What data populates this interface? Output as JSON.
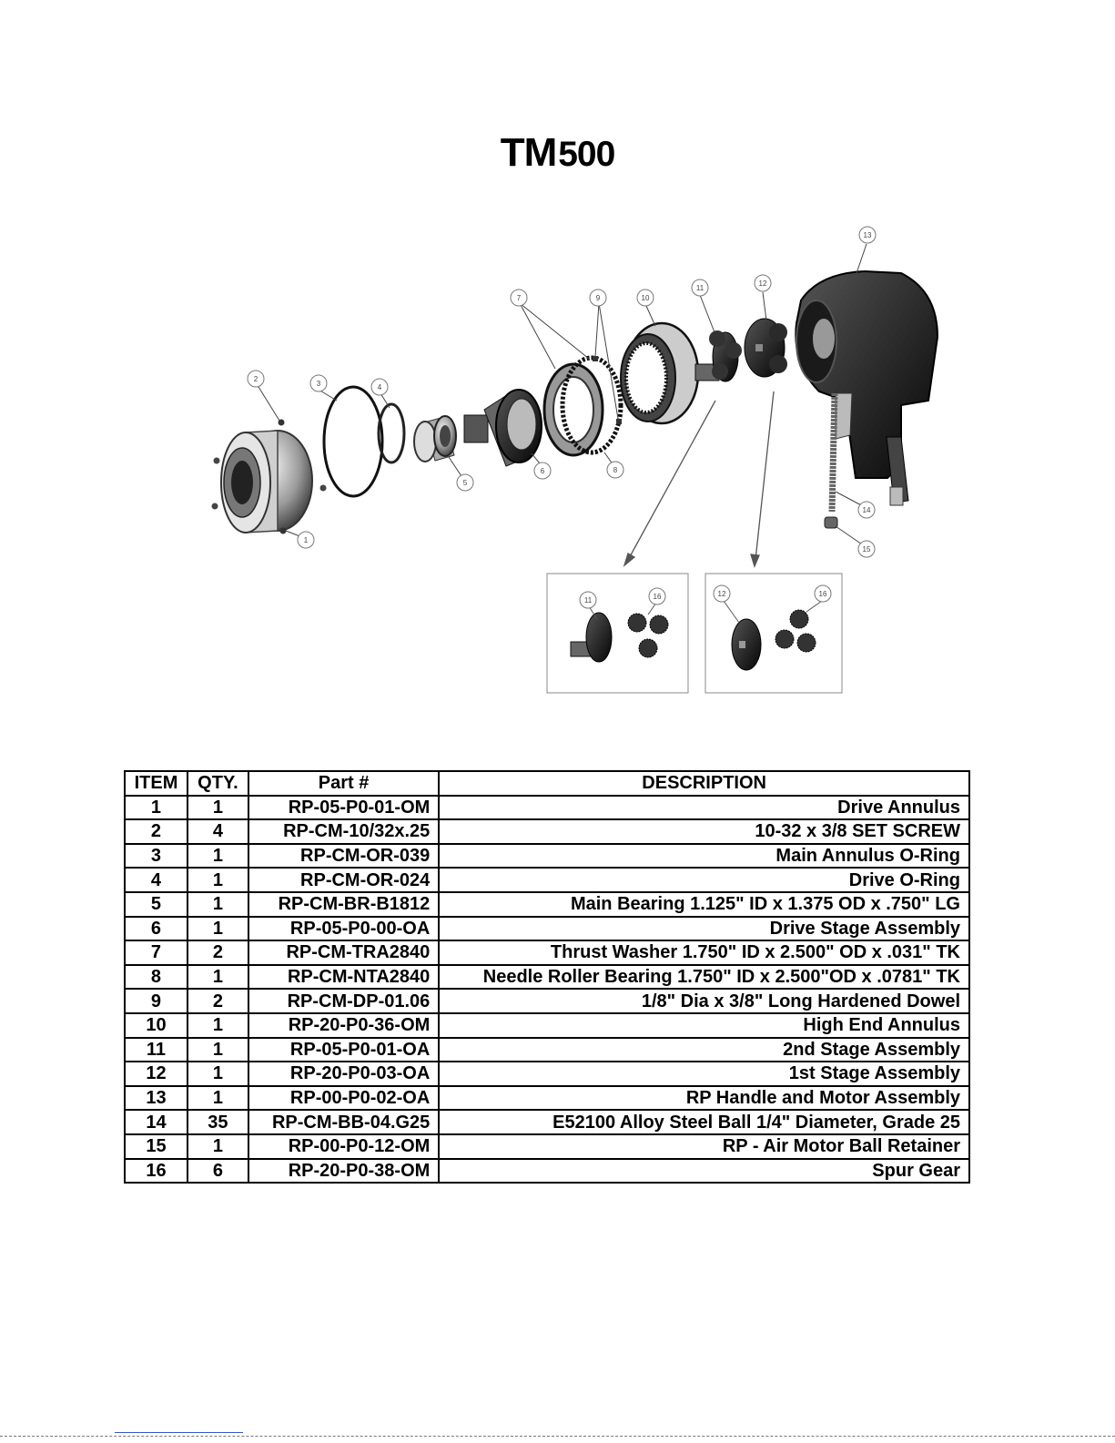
{
  "title": {
    "model_prefix": "TM",
    "model_number": "500"
  },
  "callouts": [
    "1",
    "2",
    "3",
    "4",
    "5",
    "6",
    "7",
    "8",
    "9",
    "10",
    "11",
    "12",
    "13",
    "14",
    "15",
    "16"
  ],
  "table": {
    "headers": [
      "ITEM",
      "QTY.",
      "Part #",
      "DESCRIPTION"
    ],
    "rows": [
      {
        "item": "1",
        "qty": "1",
        "part": "RP-05-P0-01-OM",
        "description": "Drive Annulus"
      },
      {
        "item": "2",
        "qty": "4",
        "part": "RP-CM-10/32x.25",
        "description": "10-32 x 3/8 SET SCREW"
      },
      {
        "item": "3",
        "qty": "1",
        "part": "RP-CM-OR-039",
        "description": "Main Annulus O-Ring"
      },
      {
        "item": "4",
        "qty": "1",
        "part": "RP-CM-OR-024",
        "description": "Drive O-Ring"
      },
      {
        "item": "5",
        "qty": "1",
        "part": "RP-CM-BR-B1812",
        "description": "Main Bearing 1.125\" ID x 1.375 OD x .750\" LG"
      },
      {
        "item": "6",
        "qty": "1",
        "part": "RP-05-P0-00-OA",
        "description": "Drive Stage Assembly"
      },
      {
        "item": "7",
        "qty": "2",
        "part": "RP-CM-TRA2840",
        "description": "Thrust Washer 1.750\" ID x 2.500\" OD x .031\" TK"
      },
      {
        "item": "8",
        "qty": "1",
        "part": "RP-CM-NTA2840",
        "description": "Needle Roller Bearing  1.750\" ID x 2.500\"OD x .0781\" TK"
      },
      {
        "item": "9",
        "qty": "2",
        "part": "RP-CM-DP-01.06",
        "description": "1/8\" Dia x 3/8\" Long Hardened Dowel"
      },
      {
        "item": "10",
        "qty": "1",
        "part": "RP-20-P0-36-OM",
        "description": "High End Annulus"
      },
      {
        "item": "11",
        "qty": "1",
        "part": "RP-05-P0-01-OA",
        "description": "2nd Stage Assembly"
      },
      {
        "item": "12",
        "qty": "1",
        "part": "RP-20-P0-03-OA",
        "description": "1st Stage Assembly"
      },
      {
        "item": "13",
        "qty": "1",
        "part": "RP-00-P0-02-OA",
        "description": "RP Handle and Motor Assembly"
      },
      {
        "item": "14",
        "qty": "35",
        "part": "RP-CM-BB-04.G25",
        "description": "E52100 Alloy Steel Ball 1/4\" Diameter, Grade 25"
      },
      {
        "item": "15",
        "qty": "1",
        "part": "RP-00-P0-12-OM",
        "description": "RP - Air Motor Ball Retainer"
      },
      {
        "item": "16",
        "qty": "6",
        "part": "RP-20-P0-38-OM",
        "description": "Spur Gear"
      }
    ]
  }
}
